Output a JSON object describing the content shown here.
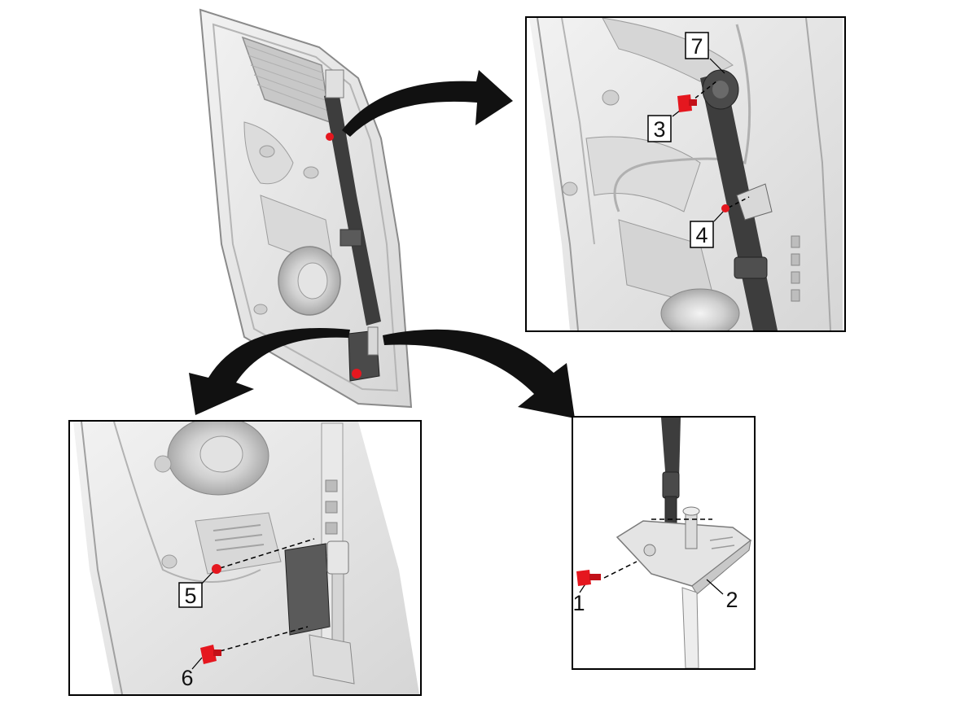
{
  "callouts": {
    "c1": "1",
    "c2": "2",
    "c3": "3",
    "c4": "4",
    "c5": "5",
    "c6": "6",
    "c7": "7"
  },
  "colors": {
    "fastener": "#e5171f",
    "belt": "#3d3d3d",
    "panel": "#e6e6e6",
    "panel_shade": "#cfcfcf",
    "outline": "#8a8a8a",
    "arrow": "#111111",
    "frame": "#000000"
  },
  "icons": {
    "fastener": "bolt-icon",
    "arrow": "curved-arrow-icon"
  }
}
